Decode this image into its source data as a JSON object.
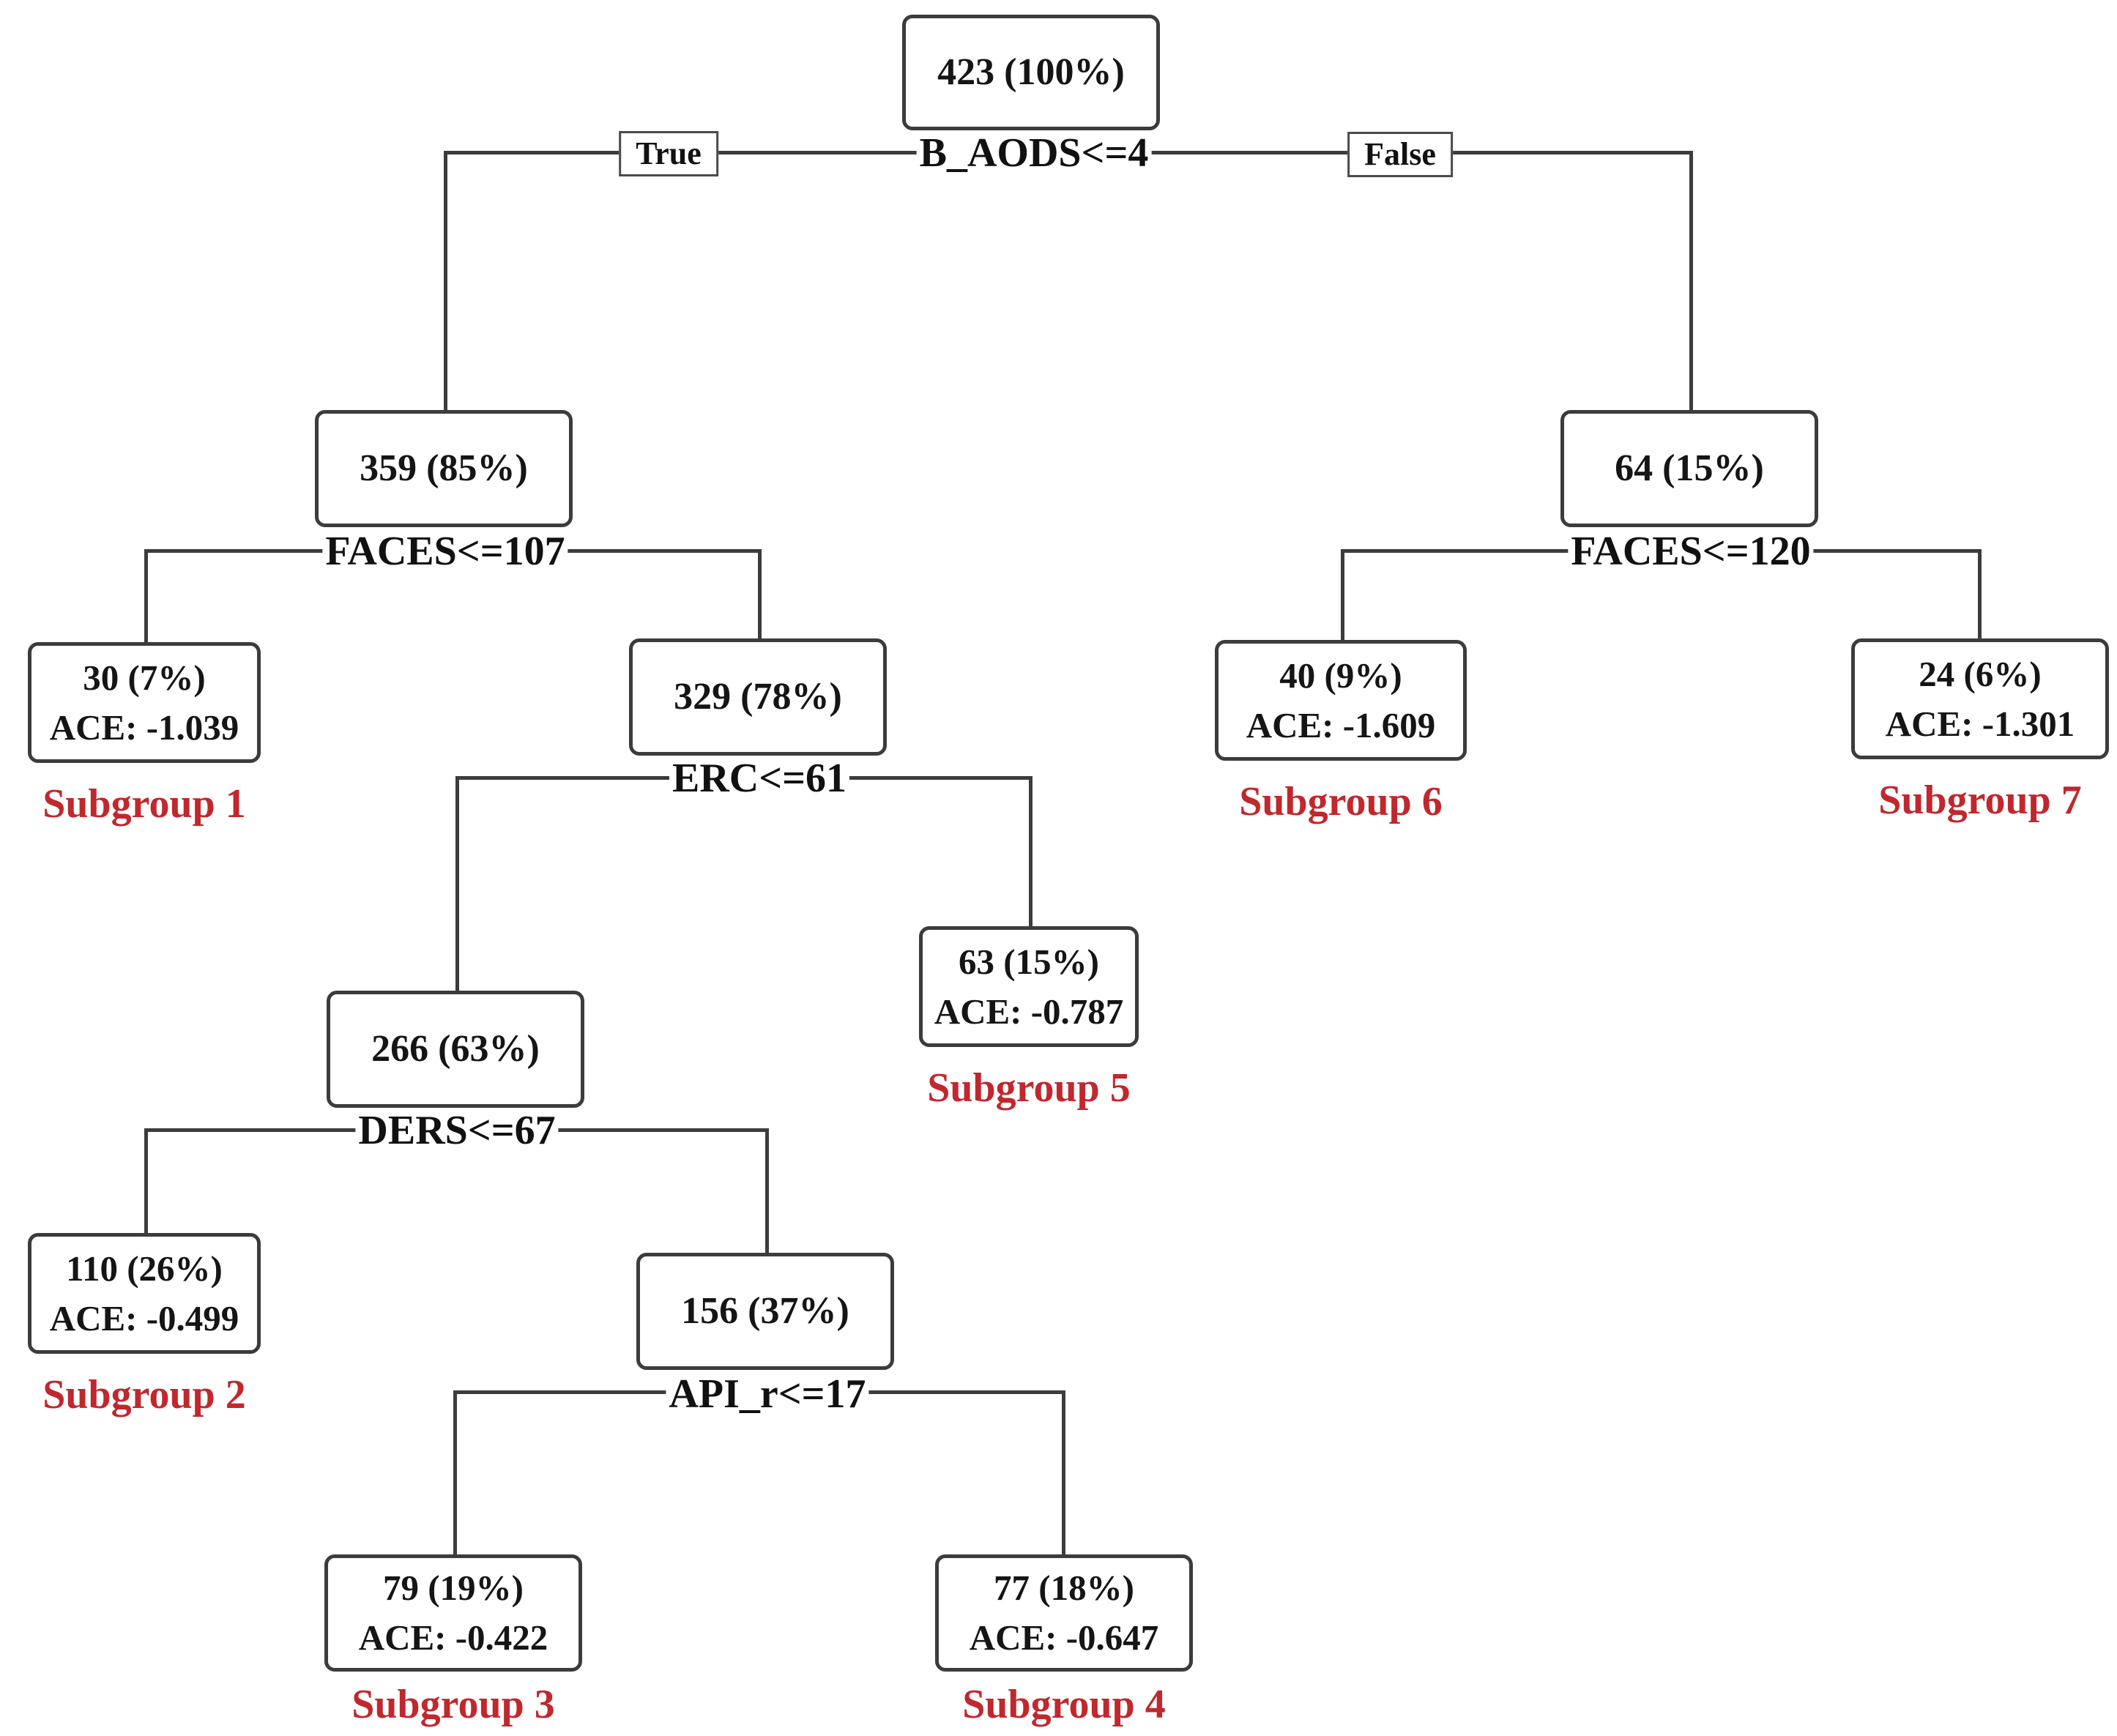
{
  "figure": {
    "type": "decision-tree",
    "colors": {
      "line": "#3c3c3c",
      "node_border": "#3c3c3c",
      "node_background": "#ffffff",
      "text": "#111111",
      "subgroup_label": "#c0282d"
    },
    "edge_labels": {
      "true_label": "True",
      "false_label": "False"
    },
    "nodes": {
      "root": {
        "count": "423 (100%)",
        "split": "B_AODS<=4"
      },
      "n359": {
        "count": "359 (85%)",
        "split": "FACES<=107"
      },
      "n64": {
        "count": "64 (15%)",
        "split": "FACES<=120"
      },
      "n329": {
        "count": "329 (78%)",
        "split": "ERC<=61"
      },
      "n266": {
        "count": "266 (63%)",
        "split": "DERS<=67"
      },
      "n156": {
        "count": "156 (37%)",
        "split": "API_r<=17"
      },
      "sg1": {
        "count": "30 (7%)",
        "ace": "ACE: -1.039",
        "label": "Subgroup 1"
      },
      "sg2": {
        "count": "110 (26%)",
        "ace": "ACE: -0.499",
        "label": "Subgroup 2"
      },
      "sg3": {
        "count": "79 (19%)",
        "ace": "ACE: -0.422",
        "label": "Subgroup 3"
      },
      "sg4": {
        "count": "77 (18%)",
        "ace": "ACE: -0.647",
        "label": "Subgroup 4"
      },
      "sg5": {
        "count": "63 (15%)",
        "ace": "ACE: -0.787",
        "label": "Subgroup 5"
      },
      "sg6": {
        "count": "40 (9%)",
        "ace": "ACE: -1.609",
        "label": "Subgroup 6"
      },
      "sg7": {
        "count": "24 (6%)",
        "ace": "ACE: -1.301",
        "label": "Subgroup 7"
      }
    },
    "edges": [
      {
        "from": "root",
        "to": "n359",
        "side": "true"
      },
      {
        "from": "root",
        "to": "n64",
        "side": "false"
      },
      {
        "from": "n359",
        "to": "sg1",
        "side": "left"
      },
      {
        "from": "n359",
        "to": "n329",
        "side": "right"
      },
      {
        "from": "n64",
        "to": "sg6",
        "side": "left"
      },
      {
        "from": "n64",
        "to": "sg7",
        "side": "right"
      },
      {
        "from": "n329",
        "to": "n266",
        "side": "left"
      },
      {
        "from": "n329",
        "to": "sg5",
        "side": "right"
      },
      {
        "from": "n266",
        "to": "sg2",
        "side": "left"
      },
      {
        "from": "n266",
        "to": "n156",
        "side": "right"
      },
      {
        "from": "n156",
        "to": "sg3",
        "side": "left"
      },
      {
        "from": "n156",
        "to": "sg4",
        "side": "right"
      }
    ]
  }
}
